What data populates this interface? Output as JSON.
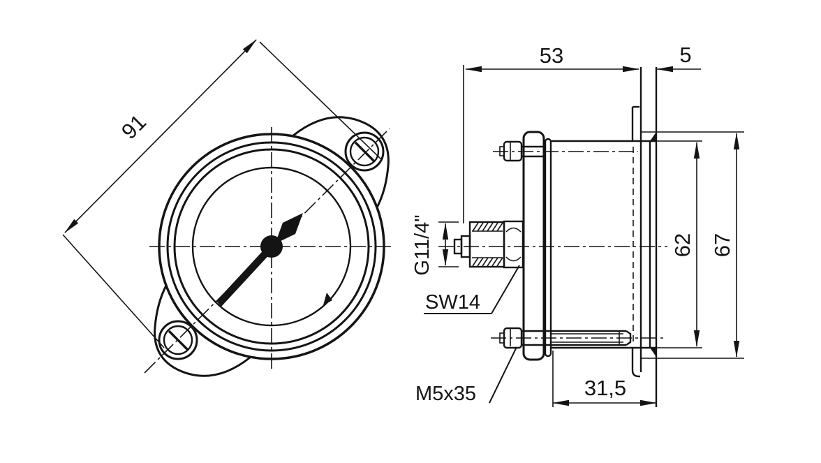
{
  "front_view": {
    "flange_diagonal_dim": "91"
  },
  "side_view": {
    "depth_to_panel_dim": "53",
    "panel_thickness_dim": "5",
    "case_diameter_dim": "62",
    "flange_size_dim": "67",
    "behind_panel_depth_dim": "31,5",
    "thread_label": "G11/4\"",
    "wrench_size_label": "SW14",
    "mounting_screw_label": "M5x35"
  }
}
